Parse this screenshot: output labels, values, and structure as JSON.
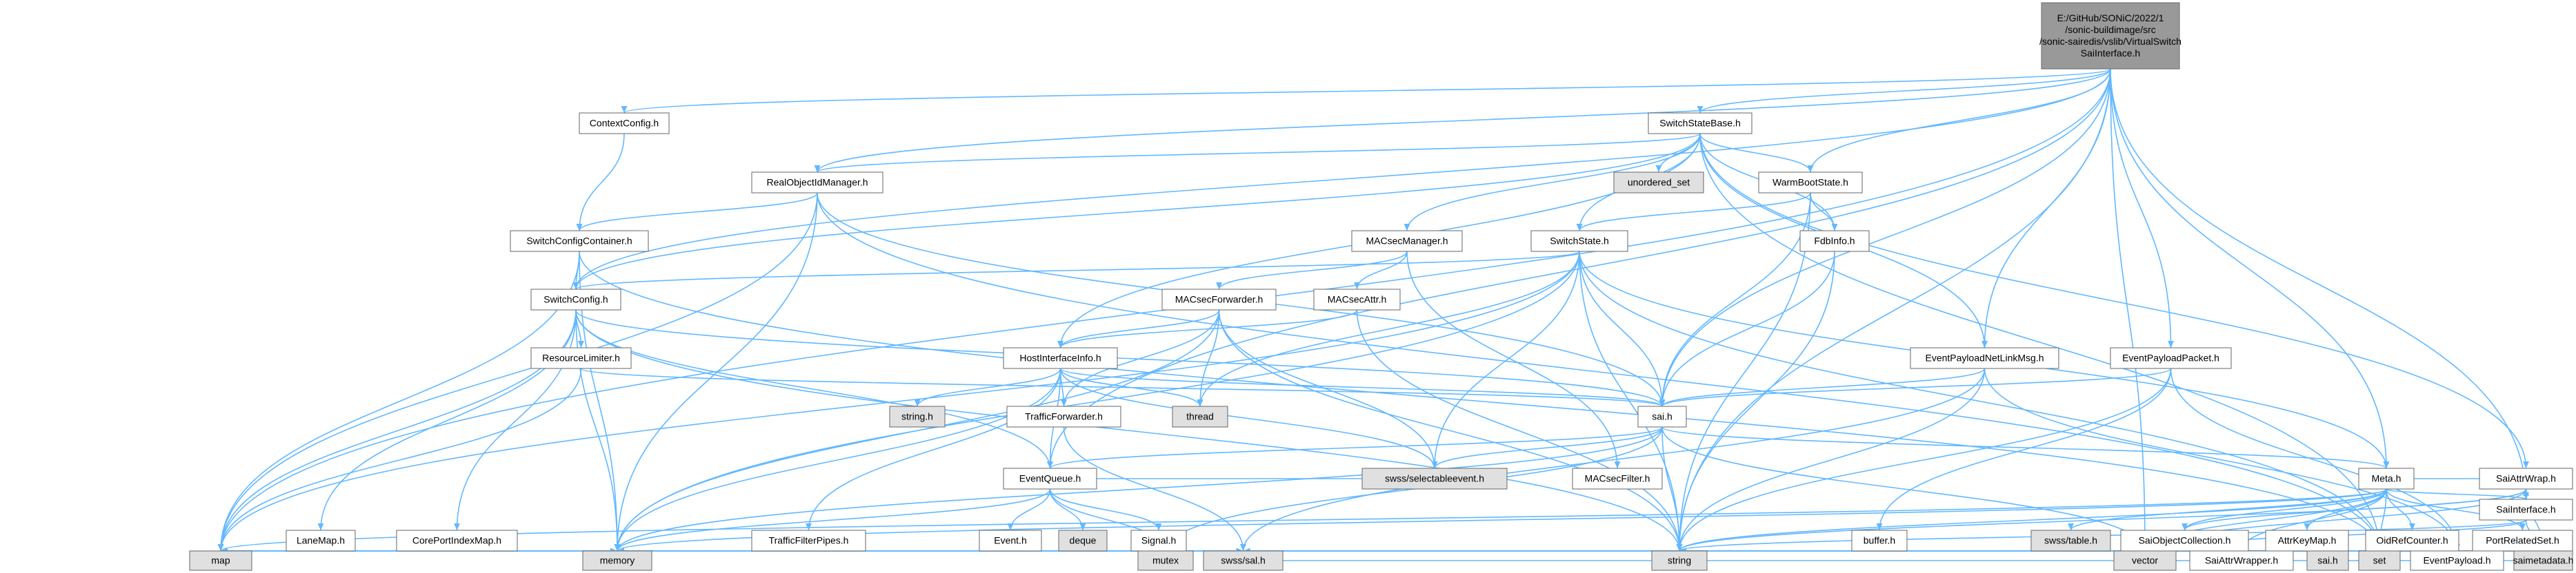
{
  "colors": {
    "edge": "#63b8ff",
    "node_fill": "#ffffff",
    "node_missing_fill": "#e0e0e0",
    "node_highlight_fill": "#999999",
    "node_border": "#666666",
    "node_missing_border": "#999999",
    "node_link_border": "#ff0000",
    "node_link_text": "#ff0000"
  },
  "nodes": [
    {
      "id": "root",
      "lines": [
        "E:/GitHub/SONiC/2022/1",
        "/sonic-buildimage/src",
        "/sonic-sairedis/vslib/VirtualSwitch",
        "SaiInterface.h"
      ],
      "style": "highlight"
    },
    {
      "id": "ContextConfig",
      "lines": [
        "ContextConfig.h"
      ],
      "style": "normal"
    },
    {
      "id": "SwitchStateBase",
      "lines": [
        "SwitchStateBase.h"
      ],
      "style": "normal"
    },
    {
      "id": "RealObjectIdManager",
      "lines": [
        "RealObjectIdManager.h"
      ],
      "style": "normal"
    },
    {
      "id": "unordered_set",
      "lines": [
        "unordered_set"
      ],
      "style": "missing"
    },
    {
      "id": "WarmBootState",
      "lines": [
        "WarmBootState.h"
      ],
      "style": "normal"
    },
    {
      "id": "SwitchConfigContainer",
      "lines": [
        "SwitchConfigContainer.h"
      ],
      "style": "normal"
    },
    {
      "id": "MACsecManager",
      "lines": [
        "MACsecManager.h"
      ],
      "style": "normal"
    },
    {
      "id": "SwitchState",
      "lines": [
        "SwitchState.h"
      ],
      "style": "normal"
    },
    {
      "id": "FdbInfo",
      "lines": [
        "FdbInfo.h"
      ],
      "style": "normal"
    },
    {
      "id": "SwitchConfig",
      "lines": [
        "SwitchConfig.h"
      ],
      "style": "normal"
    },
    {
      "id": "MACsecForwarder",
      "lines": [
        "MACsecForwarder.h"
      ],
      "style": "normal"
    },
    {
      "id": "MACsecAttr",
      "lines": [
        "MACsecAttr.h"
      ],
      "style": "normal"
    },
    {
      "id": "ResourceLimiter",
      "lines": [
        "ResourceLimiter.h"
      ],
      "style": "normal"
    },
    {
      "id": "HostInterfaceInfo",
      "lines": [
        "HostInterfaceInfo.h"
      ],
      "style": "normal"
    },
    {
      "id": "EventPayloadNetLinkMsg",
      "lines": [
        "EventPayloadNetLinkMsg.h"
      ],
      "style": "normal"
    },
    {
      "id": "EventPayloadPacket",
      "lines": [
        "EventPayloadPacket.h"
      ],
      "style": "normal"
    },
    {
      "id": "string_h",
      "lines": [
        "string.h"
      ],
      "style": "missing"
    },
    {
      "id": "thread",
      "lines": [
        "thread"
      ],
      "style": "missing"
    },
    {
      "id": "TrafficForwarder",
      "lines": [
        "TrafficForwarder.h"
      ],
      "style": "link"
    },
    {
      "id": "sai_h",
      "lines": [
        "sai.h"
      ],
      "style": "link"
    },
    {
      "id": "selectableevent",
      "lines": [
        "swss/selectableevent.h"
      ],
      "style": "missing"
    },
    {
      "id": "EventQueue",
      "lines": [
        "EventQueue.h"
      ],
      "style": "normal"
    },
    {
      "id": "MACsecFilter",
      "lines": [
        "MACsecFilter.h"
      ],
      "style": "link"
    },
    {
      "id": "Meta",
      "lines": [
        "Meta.h"
      ],
      "style": "normal"
    },
    {
      "id": "LaneMap",
      "lines": [
        "LaneMap.h"
      ],
      "style": "link"
    },
    {
      "id": "CorePortIndexMap",
      "lines": [
        "CorePortIndexMap.h"
      ],
      "style": "link"
    },
    {
      "id": "TrafficFilterPipes",
      "lines": [
        "TrafficFilterPipes.h"
      ],
      "style": "link"
    },
    {
      "id": "Event",
      "lines": [
        "Event.h"
      ],
      "style": "normal"
    },
    {
      "id": "deque",
      "lines": [
        "deque"
      ],
      "style": "missing"
    },
    {
      "id": "Signal",
      "lines": [
        "Signal.h"
      ],
      "style": "link"
    },
    {
      "id": "buffer",
      "lines": [
        "buffer.h"
      ],
      "style": "link"
    },
    {
      "id": "table_h",
      "lines": [
        "swss/table.h"
      ],
      "style": "missing"
    },
    {
      "id": "SaiObjectCollection",
      "lines": [
        "SaiObjectCollection.h"
      ],
      "style": "link"
    },
    {
      "id": "AttrKeyMap",
      "lines": [
        "AttrKeyMap.h"
      ],
      "style": "link"
    },
    {
      "id": "OidRefCounter",
      "lines": [
        "OidRefCounter.h"
      ],
      "style": "link"
    },
    {
      "id": "PortRelatedSet",
      "lines": [
        "PortRelatedSet.h"
      ],
      "style": "normal"
    },
    {
      "id": "SaiAttrWrap",
      "lines": [
        "SaiAttrWrap.h"
      ],
      "style": "normal"
    },
    {
      "id": "SaiInterface",
      "lines": [
        "SaiInterface.h"
      ],
      "style": "normal"
    },
    {
      "id": "map",
      "lines": [
        "map"
      ],
      "style": "missing"
    },
    {
      "id": "memory",
      "lines": [
        "memory"
      ],
      "style": "missing"
    },
    {
      "id": "mutex",
      "lines": [
        "mutex"
      ],
      "style": "missing"
    },
    {
      "id": "string",
      "lines": [
        "string"
      ],
      "style": "missing"
    },
    {
      "id": "vector",
      "lines": [
        "vector"
      ],
      "style": "missing"
    },
    {
      "id": "SaiAttributeWrapper",
      "lines": [
        "SaiAttrWrapper.h"
      ],
      "style": "normal"
    },
    {
      "id": "sai_h2",
      "lines": [
        "sai.h"
      ],
      "style": "missing"
    },
    {
      "id": "set",
      "lines": [
        "set"
      ],
      "style": "missing"
    },
    {
      "id": "EventPayload",
      "lines": [
        "EventPayload.h"
      ],
      "style": "normal"
    },
    {
      "id": "swss_sal",
      "lines": [
        "swss/sal.h"
      ],
      "style": "missing"
    },
    {
      "id": "saimetadata",
      "lines": [
        "saimetadata.h"
      ],
      "style": "missing"
    }
  ],
  "edges": [
    [
      "root",
      "ContextConfig"
    ],
    [
      "root",
      "SwitchStateBase"
    ],
    [
      "root",
      "RealObjectIdManager"
    ],
    [
      "root",
      "WarmBootState"
    ],
    [
      "root",
      "SwitchConfig"
    ],
    [
      "root",
      "EventQueue"
    ],
    [
      "root",
      "EventPayloadNetLinkMsg"
    ],
    [
      "root",
      "EventPayloadPacket"
    ],
    [
      "root",
      "Meta"
    ],
    [
      "root",
      "SaiInterface"
    ],
    [
      "root",
      "map"
    ],
    [
      "root",
      "string"
    ],
    [
      "root",
      "vector"
    ],
    [
      "root",
      "sai_h"
    ],
    [
      "ContextConfig",
      "SwitchConfigContainer"
    ],
    [
      "SwitchStateBase",
      "RealObjectIdManager"
    ],
    [
      "SwitchStateBase",
      "unordered_set"
    ],
    [
      "SwitchStateBase",
      "WarmBootState"
    ],
    [
      "SwitchStateBase",
      "MACsecManager"
    ],
    [
      "SwitchStateBase",
      "SwitchState"
    ],
    [
      "SwitchStateBase",
      "FdbInfo"
    ],
    [
      "SwitchStateBase",
      "HostInterfaceInfo"
    ],
    [
      "SwitchStateBase",
      "EventPayloadNetLinkMsg"
    ],
    [
      "SwitchStateBase",
      "SwitchConfig"
    ],
    [
      "SwitchStateBase",
      "set"
    ],
    [
      "SwitchStateBase",
      "SaiAttrWrap"
    ],
    [
      "RealObjectIdManager",
      "SwitchConfigContainer"
    ],
    [
      "RealObjectIdManager",
      "sai_h"
    ],
    [
      "RealObjectIdManager",
      "map"
    ],
    [
      "RealObjectIdManager",
      "memory"
    ],
    [
      "RealObjectIdManager",
      "set"
    ],
    [
      "WarmBootState",
      "SwitchState"
    ],
    [
      "WarmBootState",
      "FdbInfo"
    ],
    [
      "WarmBootState",
      "sai_h"
    ],
    [
      "WarmBootState",
      "string"
    ],
    [
      "SwitchConfigContainer",
      "SwitchConfig"
    ],
    [
      "SwitchConfigContainer",
      "map"
    ],
    [
      "SwitchConfigContainer",
      "memory"
    ],
    [
      "SwitchConfigContainer",
      "set"
    ],
    [
      "MACsecManager",
      "MACsecAttr"
    ],
    [
      "MACsecManager",
      "MACsecForwarder"
    ],
    [
      "MACsecManager",
      "MACsecFilter"
    ],
    [
      "SwitchState",
      "SwitchConfig"
    ],
    [
      "SwitchState",
      "sai_h"
    ],
    [
      "SwitchState",
      "selectableevent"
    ],
    [
      "SwitchState",
      "thread"
    ],
    [
      "SwitchState",
      "Meta"
    ],
    [
      "SwitchState",
      "map"
    ],
    [
      "SwitchState",
      "memory"
    ],
    [
      "SwitchState",
      "string"
    ],
    [
      "SwitchState",
      "set"
    ],
    [
      "FdbInfo",
      "sai_h"
    ],
    [
      "FdbInfo",
      "string"
    ],
    [
      "SwitchConfig",
      "ResourceLimiter"
    ],
    [
      "SwitchConfig",
      "LaneMap"
    ],
    [
      "SwitchConfig",
      "CorePortIndexMap"
    ],
    [
      "SwitchConfig",
      "EventQueue"
    ],
    [
      "SwitchConfig",
      "sai_h"
    ],
    [
      "SwitchConfig",
      "map"
    ],
    [
      "SwitchConfig",
      "memory"
    ],
    [
      "SwitchConfig",
      "string"
    ],
    [
      "MACsecForwarder",
      "HostInterfaceInfo"
    ],
    [
      "MACsecForwarder",
      "TrafficForwarder"
    ],
    [
      "MACsecForwarder",
      "selectableevent"
    ],
    [
      "MACsecForwarder",
      "thread"
    ],
    [
      "MACsecForwarder",
      "memory"
    ],
    [
      "MACsecForwarder",
      "string"
    ],
    [
      "MACsecAttr",
      "HostInterfaceInfo"
    ],
    [
      "MACsecAttr",
      "string"
    ],
    [
      "ResourceLimiter",
      "sai_h"
    ],
    [
      "ResourceLimiter",
      "map"
    ],
    [
      "HostInterfaceInfo",
      "string_h"
    ],
    [
      "HostInterfaceInfo",
      "thread"
    ],
    [
      "HostInterfaceInfo",
      "TrafficForwarder"
    ],
    [
      "HostInterfaceInfo",
      "TrafficFilterPipes"
    ],
    [
      "HostInterfaceInfo",
      "EventQueue"
    ],
    [
      "HostInterfaceInfo",
      "selectableevent"
    ],
    [
      "HostInterfaceInfo",
      "sai_h"
    ],
    [
      "HostInterfaceInfo",
      "memory"
    ],
    [
      "EventPayloadNetLinkMsg",
      "sai_h"
    ],
    [
      "EventPayloadNetLinkMsg",
      "string"
    ],
    [
      "EventPayloadNetLinkMsg",
      "swss_sal"
    ],
    [
      "EventPayloadNetLinkMsg",
      "EventPayload"
    ],
    [
      "EventPayloadPacket",
      "sai_h"
    ],
    [
      "EventPayloadPacket",
      "buffer"
    ],
    [
      "EventPayloadPacket",
      "string"
    ],
    [
      "EventPayloadPacket",
      "EventPayload"
    ],
    [
      "TrafficForwarder",
      "swss_sal"
    ],
    [
      "sai_h",
      "EventQueue"
    ],
    [
      "sai_h",
      "selectableevent"
    ],
    [
      "sai_h",
      "Meta"
    ],
    [
      "sai_h",
      "string"
    ],
    [
      "sai_h",
      "vector"
    ],
    [
      "sai_h",
      "mutex"
    ],
    [
      "sai_h",
      "memory"
    ],
    [
      "EventQueue",
      "Event"
    ],
    [
      "EventQueue",
      "deque"
    ],
    [
      "EventQueue",
      "Signal"
    ],
    [
      "EventQueue",
      "mutex"
    ],
    [
      "EventQueue",
      "memory"
    ],
    [
      "EventQueue",
      "selectableevent"
    ],
    [
      "Meta",
      "table_h"
    ],
    [
      "Meta",
      "SaiObjectCollection"
    ],
    [
      "Meta",
      "AttrKeyMap"
    ],
    [
      "Meta",
      "OidRefCounter"
    ],
    [
      "Meta",
      "PortRelatedSet"
    ],
    [
      "Meta",
      "SaiAttrWrap"
    ],
    [
      "Meta",
      "SaiInterface"
    ],
    [
      "Meta",
      "memory"
    ],
    [
      "Meta",
      "vector"
    ],
    [
      "Meta",
      "set"
    ],
    [
      "Meta",
      "string"
    ],
    [
      "Meta",
      "SaiAttributeWrapper"
    ],
    [
      "Meta",
      "map"
    ],
    [
      "LaneMap",
      "map"
    ],
    [
      "LaneMap",
      "memory"
    ],
    [
      "LaneMap",
      "vector"
    ],
    [
      "LaneMap",
      "swss_sal"
    ],
    [
      "CorePortIndexMap",
      "map"
    ],
    [
      "CorePortIndexMap",
      "memory"
    ],
    [
      "CorePortIndexMap",
      "vector"
    ],
    [
      "CorePortIndexMap",
      "set"
    ],
    [
      "CorePortIndexMap",
      "swss_sal"
    ],
    [
      "TrafficFilterPipes",
      "map"
    ],
    [
      "TrafficFilterPipes",
      "memory"
    ],
    [
      "TrafficFilterPipes",
      "mutex"
    ],
    [
      "Event",
      "EventPayload"
    ],
    [
      "Event",
      "memory"
    ],
    [
      "Event",
      "swss_sal"
    ],
    [
      "Signal",
      "mutex"
    ],
    [
      "buffer",
      "swss_sal"
    ],
    [
      "SaiObjectCollection",
      "SaiAttrWrap"
    ],
    [
      "SaiObjectCollection",
      "vector"
    ],
    [
      "SaiObjectCollection",
      "map"
    ],
    [
      "SaiObjectCollection",
      "string"
    ],
    [
      "AttrKeyMap",
      "vector"
    ],
    [
      "AttrKeyMap",
      "map"
    ],
    [
      "AttrKeyMap",
      "string"
    ],
    [
      "OidRefCounter",
      "string"
    ],
    [
      "OidRefCounter",
      "map"
    ],
    [
      "PortRelatedSet",
      "sai_h2"
    ],
    [
      "PortRelatedSet",
      "set"
    ],
    [
      "PortRelatedSet",
      "map"
    ],
    [
      "SaiAttrWrap",
      "saimetadata"
    ],
    [
      "SaiAttrWrap",
      "vector"
    ],
    [
      "SaiAttrWrap",
      "string"
    ],
    [
      "SaiInterface",
      "saimetadata"
    ],
    [
      "SaiInterface",
      "string"
    ],
    [
      "SaiInterface",
      "vector"
    ],
    [
      "SaiAttributeWrapper",
      "saimetadata"
    ],
    [
      "SaiAttributeWrapper",
      "swss_sal"
    ]
  ]
}
